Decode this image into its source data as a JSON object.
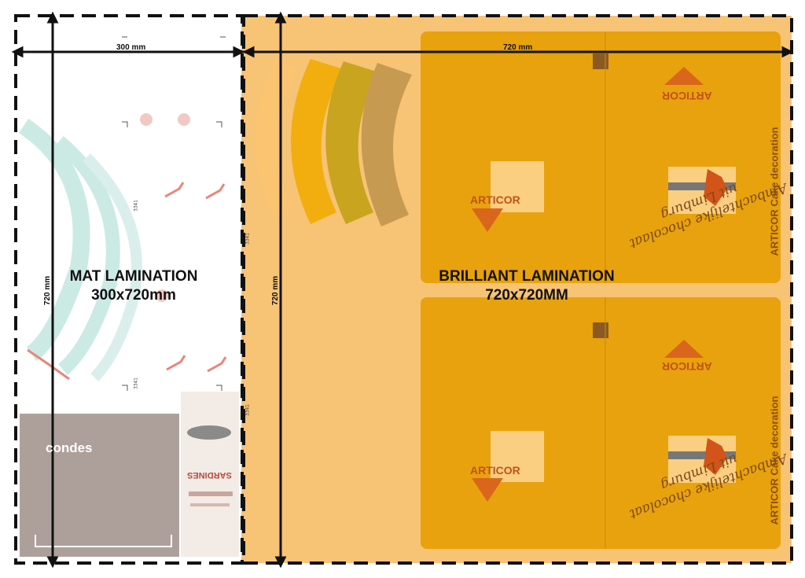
{
  "dimensions": {
    "mat_width": "300 mm",
    "brilliant_width": "720 mm",
    "mat_height": "720 mm",
    "brilliant_height": "720 mm"
  },
  "zones": {
    "mat": {
      "title": "MAT LAMINATION",
      "size": "300x720mm"
    },
    "brilliant": {
      "title": "BRILLIANT LAMINATION",
      "size": "720x720MM"
    }
  },
  "artwork": {
    "condes_logo": "condes",
    "sardines_label": "SARDINES",
    "articor_brand": "ARTICOR",
    "articor_brand_upper": "ARTICOR",
    "articor_side": "ARTICOR Cake decoration",
    "script_line1": "Ambachtelijke chocolaat",
    "script_line2": "uit Limburg",
    "cut_code": "3341"
  },
  "colors": {
    "brilliant_bg": "#f7c375",
    "box_orange": "#e8a20d",
    "panel_light": "#fbcf81",
    "mat_box": "#ada09b",
    "mint": "#b9e2dc"
  }
}
